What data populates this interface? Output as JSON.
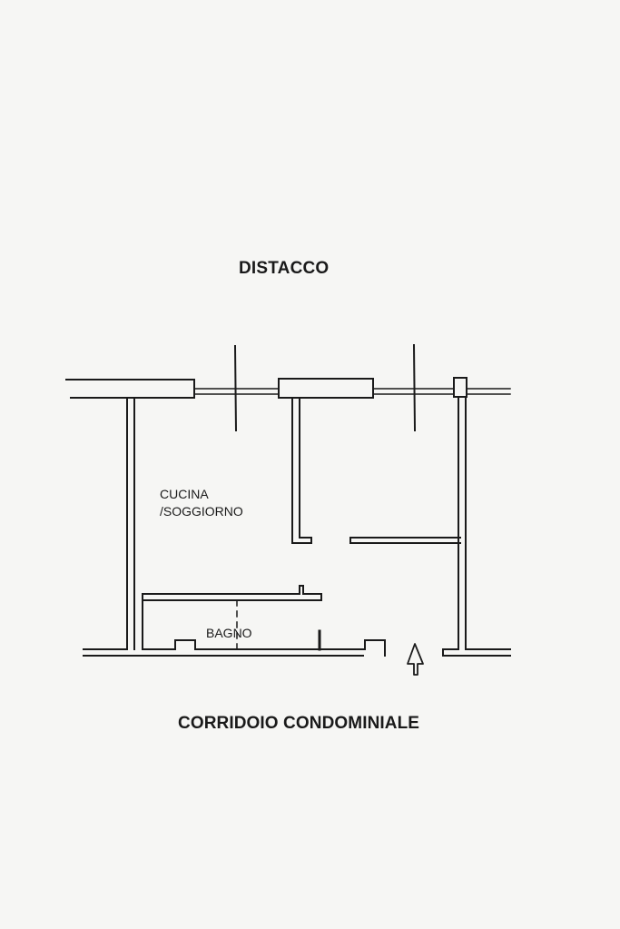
{
  "plan": {
    "top_label": "DISTACCO",
    "bottom_label": "CORRIDOIO CONDOMINIALE",
    "rooms": [
      {
        "name": "cucina-soggiorno",
        "lines": [
          "CUCINA",
          "/SOGGIORNO"
        ]
      },
      {
        "name": "bagno",
        "lines": [
          "BAGNO"
        ]
      }
    ],
    "entrance_marker": "up-arrow",
    "colors": {
      "line": "#1a1a1a",
      "background": "#f6f6f4"
    }
  }
}
